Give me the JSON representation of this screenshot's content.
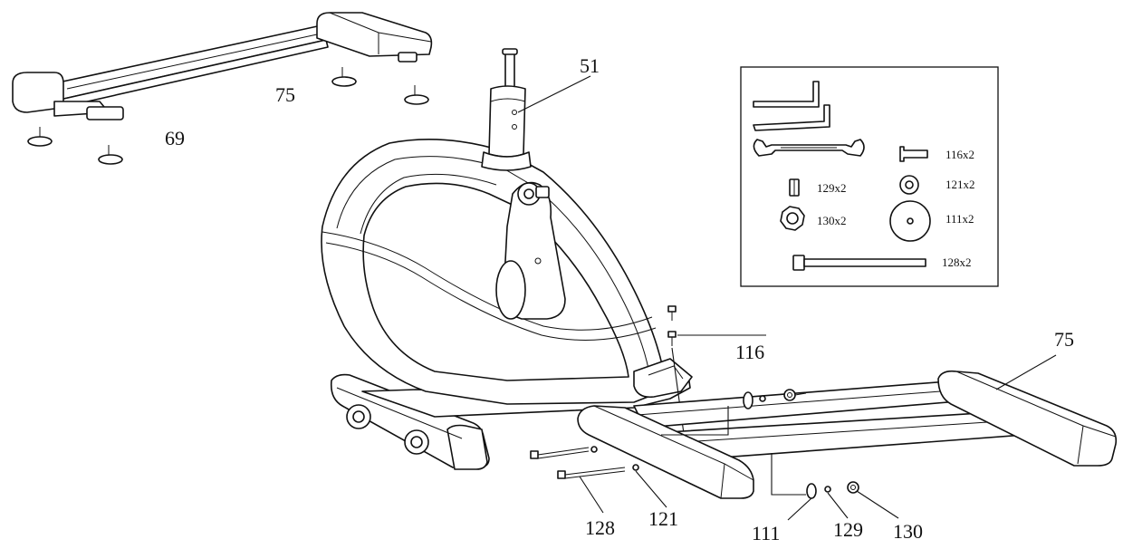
{
  "diagram": {
    "callouts": {
      "top_rail": "75",
      "top_feet": "69",
      "seat_post": "51",
      "screw": "116",
      "front_rail": "75",
      "bolt": "128",
      "washer_small": "121",
      "washer_large": "111",
      "spacer": "129",
      "nut": "130"
    },
    "hardware_kit": {
      "items": [
        {
          "icon": "screw-icon",
          "label": "116x2"
        },
        {
          "icon": "spacer-icon",
          "label": "129x2"
        },
        {
          "icon": "small-washer-icon",
          "label": "121x2"
        },
        {
          "icon": "nut-icon",
          "label": "130x2"
        },
        {
          "icon": "large-washer-icon",
          "label": "111x2"
        },
        {
          "icon": "bolt-icon",
          "label": "128x2"
        }
      ],
      "tools": [
        "allen-key-icon",
        "allen-key-icon",
        "wrench-icon"
      ]
    }
  }
}
